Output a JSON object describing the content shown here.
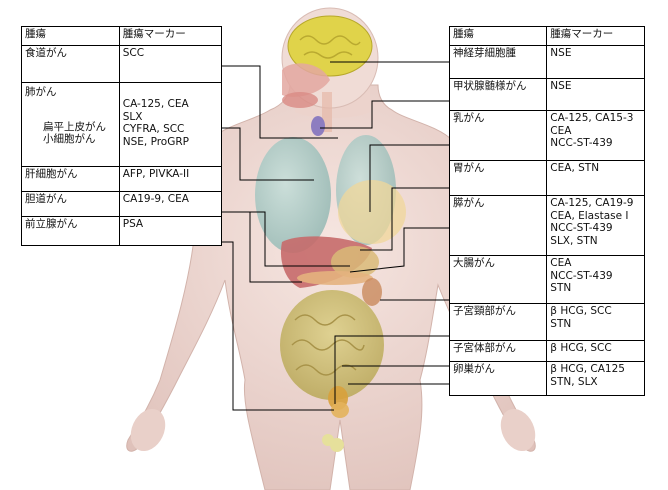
{
  "left_table": {
    "header": {
      "tumor": "腫瘍",
      "marker": "腫瘍マーカー"
    },
    "rows": [
      {
        "tumor": "食道がん",
        "markers": "SCC"
      },
      {
        "tumor": "肺がん",
        "markers_main": "CA-125, CEA",
        "markers_main2": "SLX",
        "sub1_tumor": "扁平上皮がん",
        "sub1_markers": "CYFRA, SCC",
        "sub2_tumor": "小細胞がん",
        "sub2_markers": "NSE, ProGRP"
      },
      {
        "tumor": "肝細胞がん",
        "markers": "AFP, PIVKA-II"
      },
      {
        "tumor": "胆道がん",
        "markers": "CA19-9, CEA"
      },
      {
        "tumor": "前立腺がん",
        "markers": "PSA"
      }
    ]
  },
  "right_table": {
    "header": {
      "tumor": "腫瘍",
      "marker": "腫瘍マーカー"
    },
    "rows": [
      {
        "tumor": "神経芽細胞腫",
        "m1": "NSE"
      },
      {
        "tumor": "甲状腺髄様がん",
        "m1": "NSE"
      },
      {
        "tumor": "乳がん",
        "m1": "CA-125, CA15-3",
        "m2": "CEA",
        "m3": "NCC-ST-439"
      },
      {
        "tumor": "胃がん",
        "m1": "CEA, STN"
      },
      {
        "tumor": "膵がん",
        "m1": "CA-125, CA19-9",
        "m2": "CEA, Elastase I",
        "m3": "NCC-ST-439",
        "m4": "SLX, STN"
      },
      {
        "tumor": "大腸がん",
        "m1": "CEA",
        "m2": "NCC-ST-439",
        "m3": "STN"
      },
      {
        "tumor": "子宮頸部がん",
        "m1": "β HCG, SCC",
        "m2": "STN"
      },
      {
        "tumor": "子宮体部がん",
        "m1": "β HCG, SCC"
      },
      {
        "tumor": "卵巣がん",
        "m1": "β HCG, CA125",
        "m2": "STN, SLX"
      }
    ]
  },
  "colors": {
    "skin": "#efd9d3",
    "brain": "#e0d34a",
    "lung": "#a9cbc6",
    "liver": "#c66a6a",
    "stomach": "#d9ba78",
    "intestine": "#c9b96a",
    "breast": "#f0d79a",
    "thyroid": "#8d7dc0"
  }
}
